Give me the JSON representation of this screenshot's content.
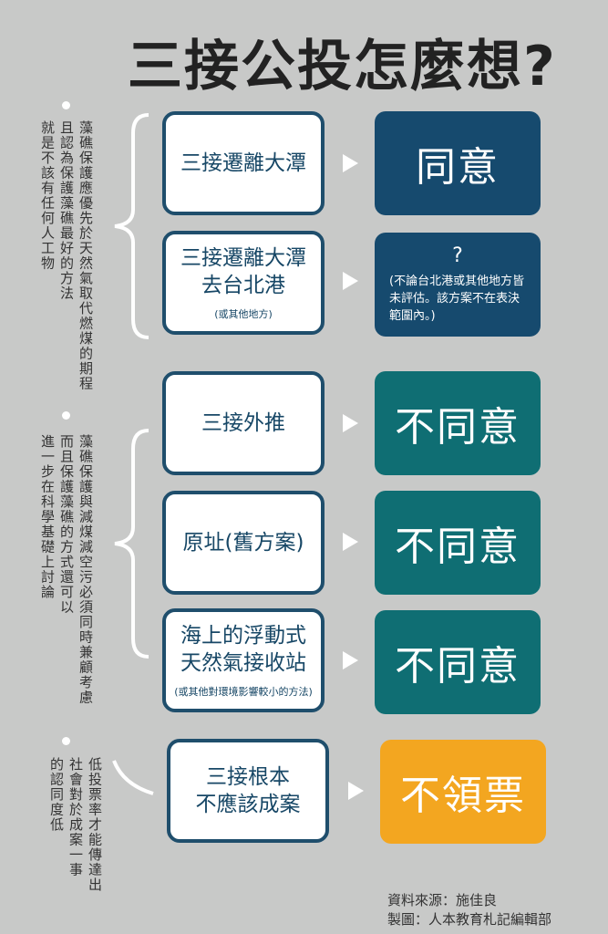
{
  "title": "三接公投怎麼想?",
  "groups": [
    {
      "reason_lines": [
        "藻礁保護應優先於天然氣取代燃煤的期程",
        "且認為保護藻礁最好的方法",
        "就是不該有任何人工物"
      ]
    },
    {
      "reason_lines": [
        "藻礁保護與減煤減空污必須同時兼顧考慮",
        "而且保護藻礁的方式還可以",
        "進一步在科學基礎上討論"
      ]
    },
    {
      "reason_lines": [
        "低投票率才能傳達出",
        "社會對於成案一事",
        "的認同度低"
      ]
    }
  ],
  "options": [
    {
      "label": "三接遷離大潭",
      "sub": "",
      "answer": "同意",
      "note": ""
    },
    {
      "label": "三接遷離大潭\n去台北港",
      "sub": "(或其他地方)",
      "answer": "?",
      "note": "(不論台北港或其他地方皆未評估。該方案不在表決範圍內。)"
    },
    {
      "label": "三接外推",
      "sub": "",
      "answer": "不同意",
      "note": ""
    },
    {
      "label": "原址(舊方案)",
      "sub": "",
      "answer": "不同意",
      "note": ""
    },
    {
      "label": "海上的浮動式\n天然氣接收站",
      "sub": "(或其他對環境影響較小的方法)",
      "answer": "不同意",
      "note": ""
    },
    {
      "label": "三接根本\n不應該成案",
      "sub": "",
      "answer": "不領票",
      "note": ""
    }
  ],
  "footer": {
    "source": "資料來源：施佳良",
    "maker": "製圖：人本教育札記編輯部"
  },
  "colors": {
    "background": "#c8c9c8",
    "agree": "#164a6e",
    "disagree": "#0f6e73",
    "abstain": "#f3a620",
    "border": "#1f4e6c"
  }
}
